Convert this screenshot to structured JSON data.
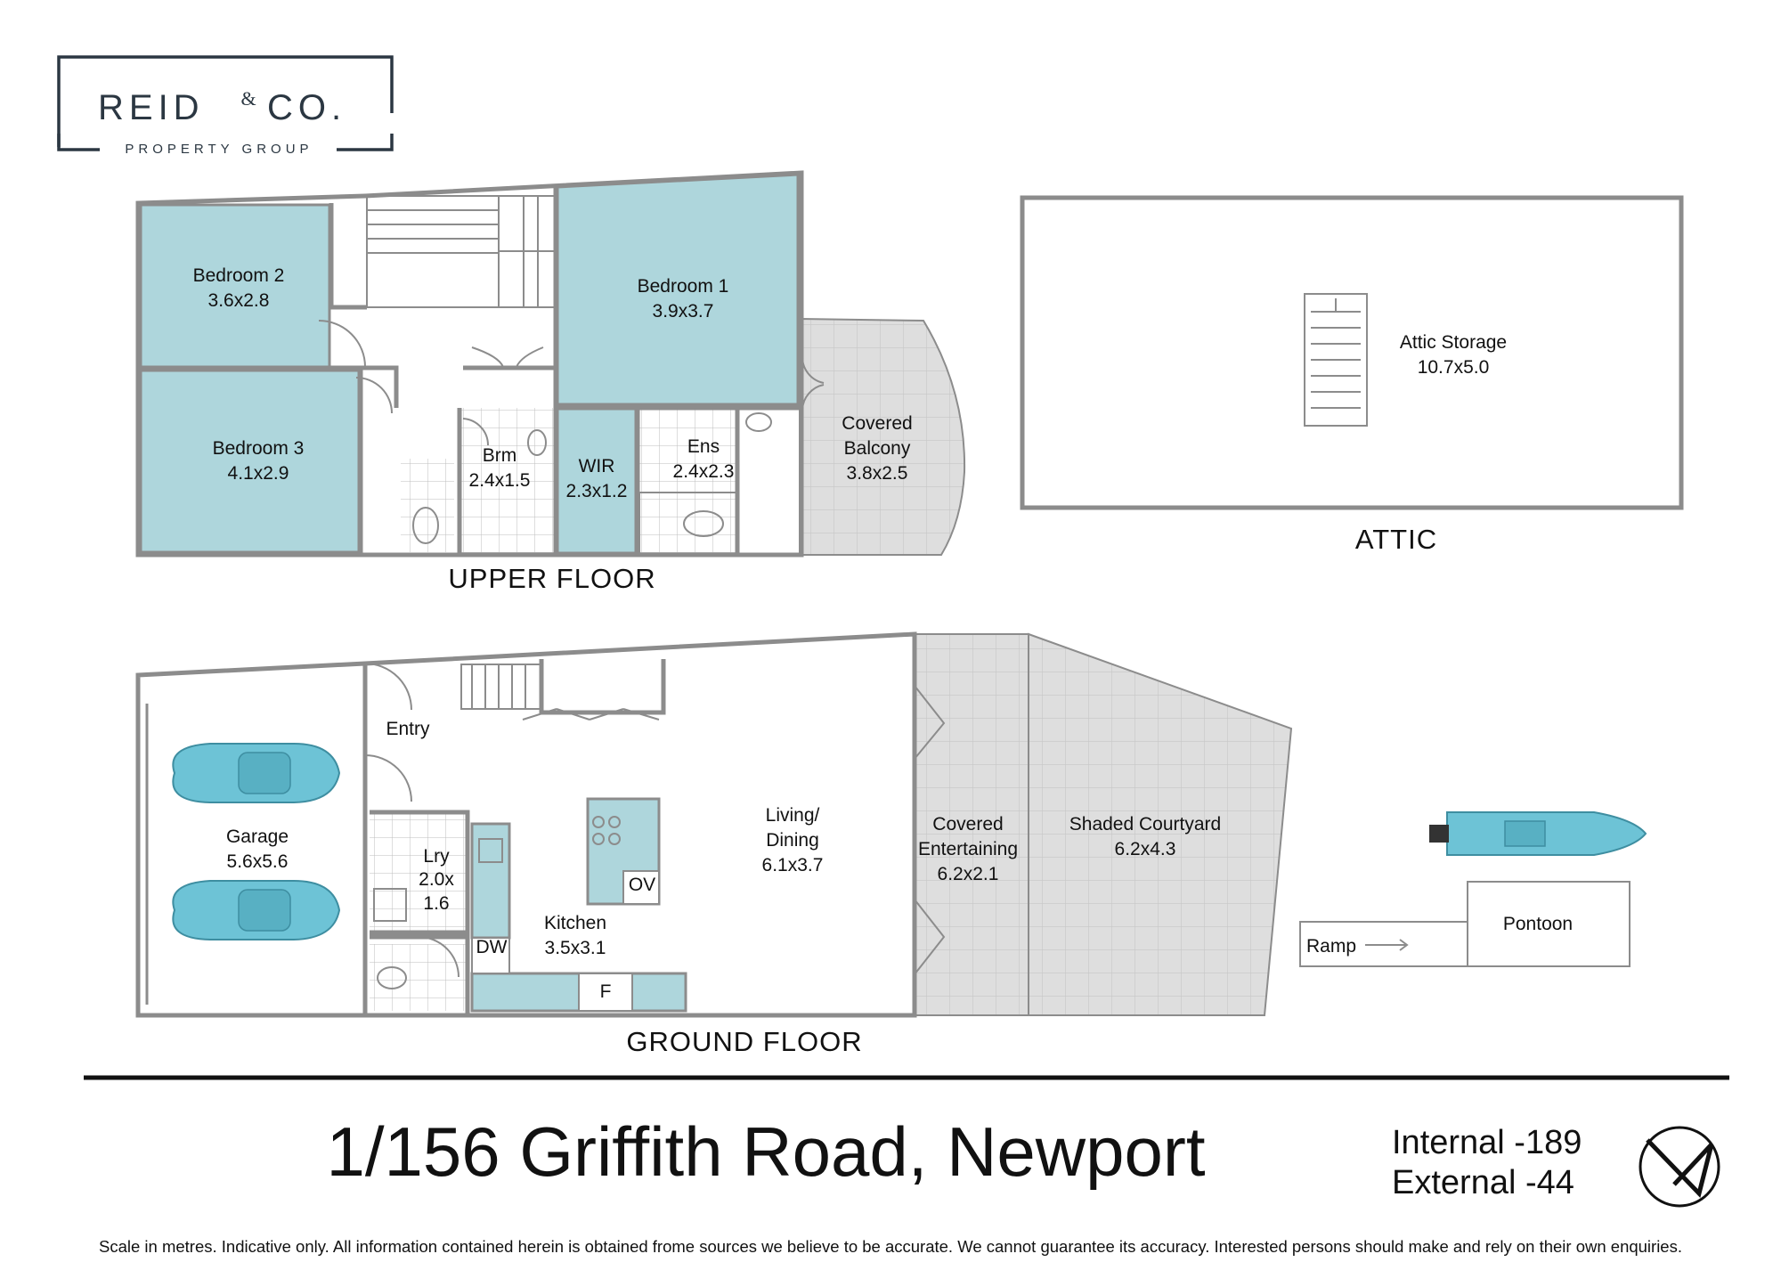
{
  "logo": {
    "brand_left": "REID",
    "brand_amp": "&",
    "brand_right": "CO.",
    "subtitle": "PROPERTY GROUP"
  },
  "upper_floor": {
    "caption": "UPPER FLOOR",
    "rooms": [
      {
        "name": "Bedroom 2",
        "size": "3.6x2.8"
      },
      {
        "name": "Bedroom 1",
        "size": "3.9x3.7"
      },
      {
        "name": "Bedroom 3",
        "size": "4.1x2.9"
      },
      {
        "name": "Brm",
        "size": "2.4x1.5"
      },
      {
        "name": "WIR",
        "size": "2.3x1.2"
      },
      {
        "name": "Ens",
        "size": "2.4x2.3"
      },
      {
        "name_line1": "Covered",
        "name_line2": "Balcony",
        "size": "3.8x2.5"
      }
    ]
  },
  "attic": {
    "caption": "ATTIC",
    "rooms": [
      {
        "name": "Attic Storage",
        "size": "10.7x5.0"
      }
    ]
  },
  "ground_floor": {
    "caption": "GROUND FLOOR",
    "rooms": [
      {
        "name": "Entry"
      },
      {
        "name": "Garage",
        "size": "5.6x5.6"
      },
      {
        "name": "Lry",
        "size_line1": "2.0x",
        "size_line2": "1.6"
      },
      {
        "name": "Kitchen",
        "size": "3.5x3.1"
      },
      {
        "name_line1": "Living/",
        "name_line2": "Dining",
        "size": "6.1x3.7"
      },
      {
        "name_line1": "Covered",
        "name_line2": "Entertaining",
        "size": "6.2x2.1"
      },
      {
        "name": "Shaded Courtyard",
        "size": "6.2x4.3"
      },
      {
        "name": "Pontoon"
      },
      {
        "name": "Ramp"
      }
    ],
    "fixtures": {
      "oven": "OV",
      "dishwasher": "DW",
      "fridge": "F"
    }
  },
  "address": "1/156 Griffith Road, Newport",
  "areas": {
    "internal": "Internal -189",
    "external": "External -44"
  },
  "compass": {
    "icon": "north-arrow-icon"
  },
  "disclaimer": "Scale in metres. Indicative only. All information contained herein is obtained frome sources we believe to be accurate. We cannot guarantee its accuracy. Interested persons should make and rely on their own enquiries.",
  "colors": {
    "room_fill": "#aed6dc",
    "wall": "#8c8c8c",
    "logo": "#2b3742",
    "outdoor_tile": "#dcdcdc"
  }
}
